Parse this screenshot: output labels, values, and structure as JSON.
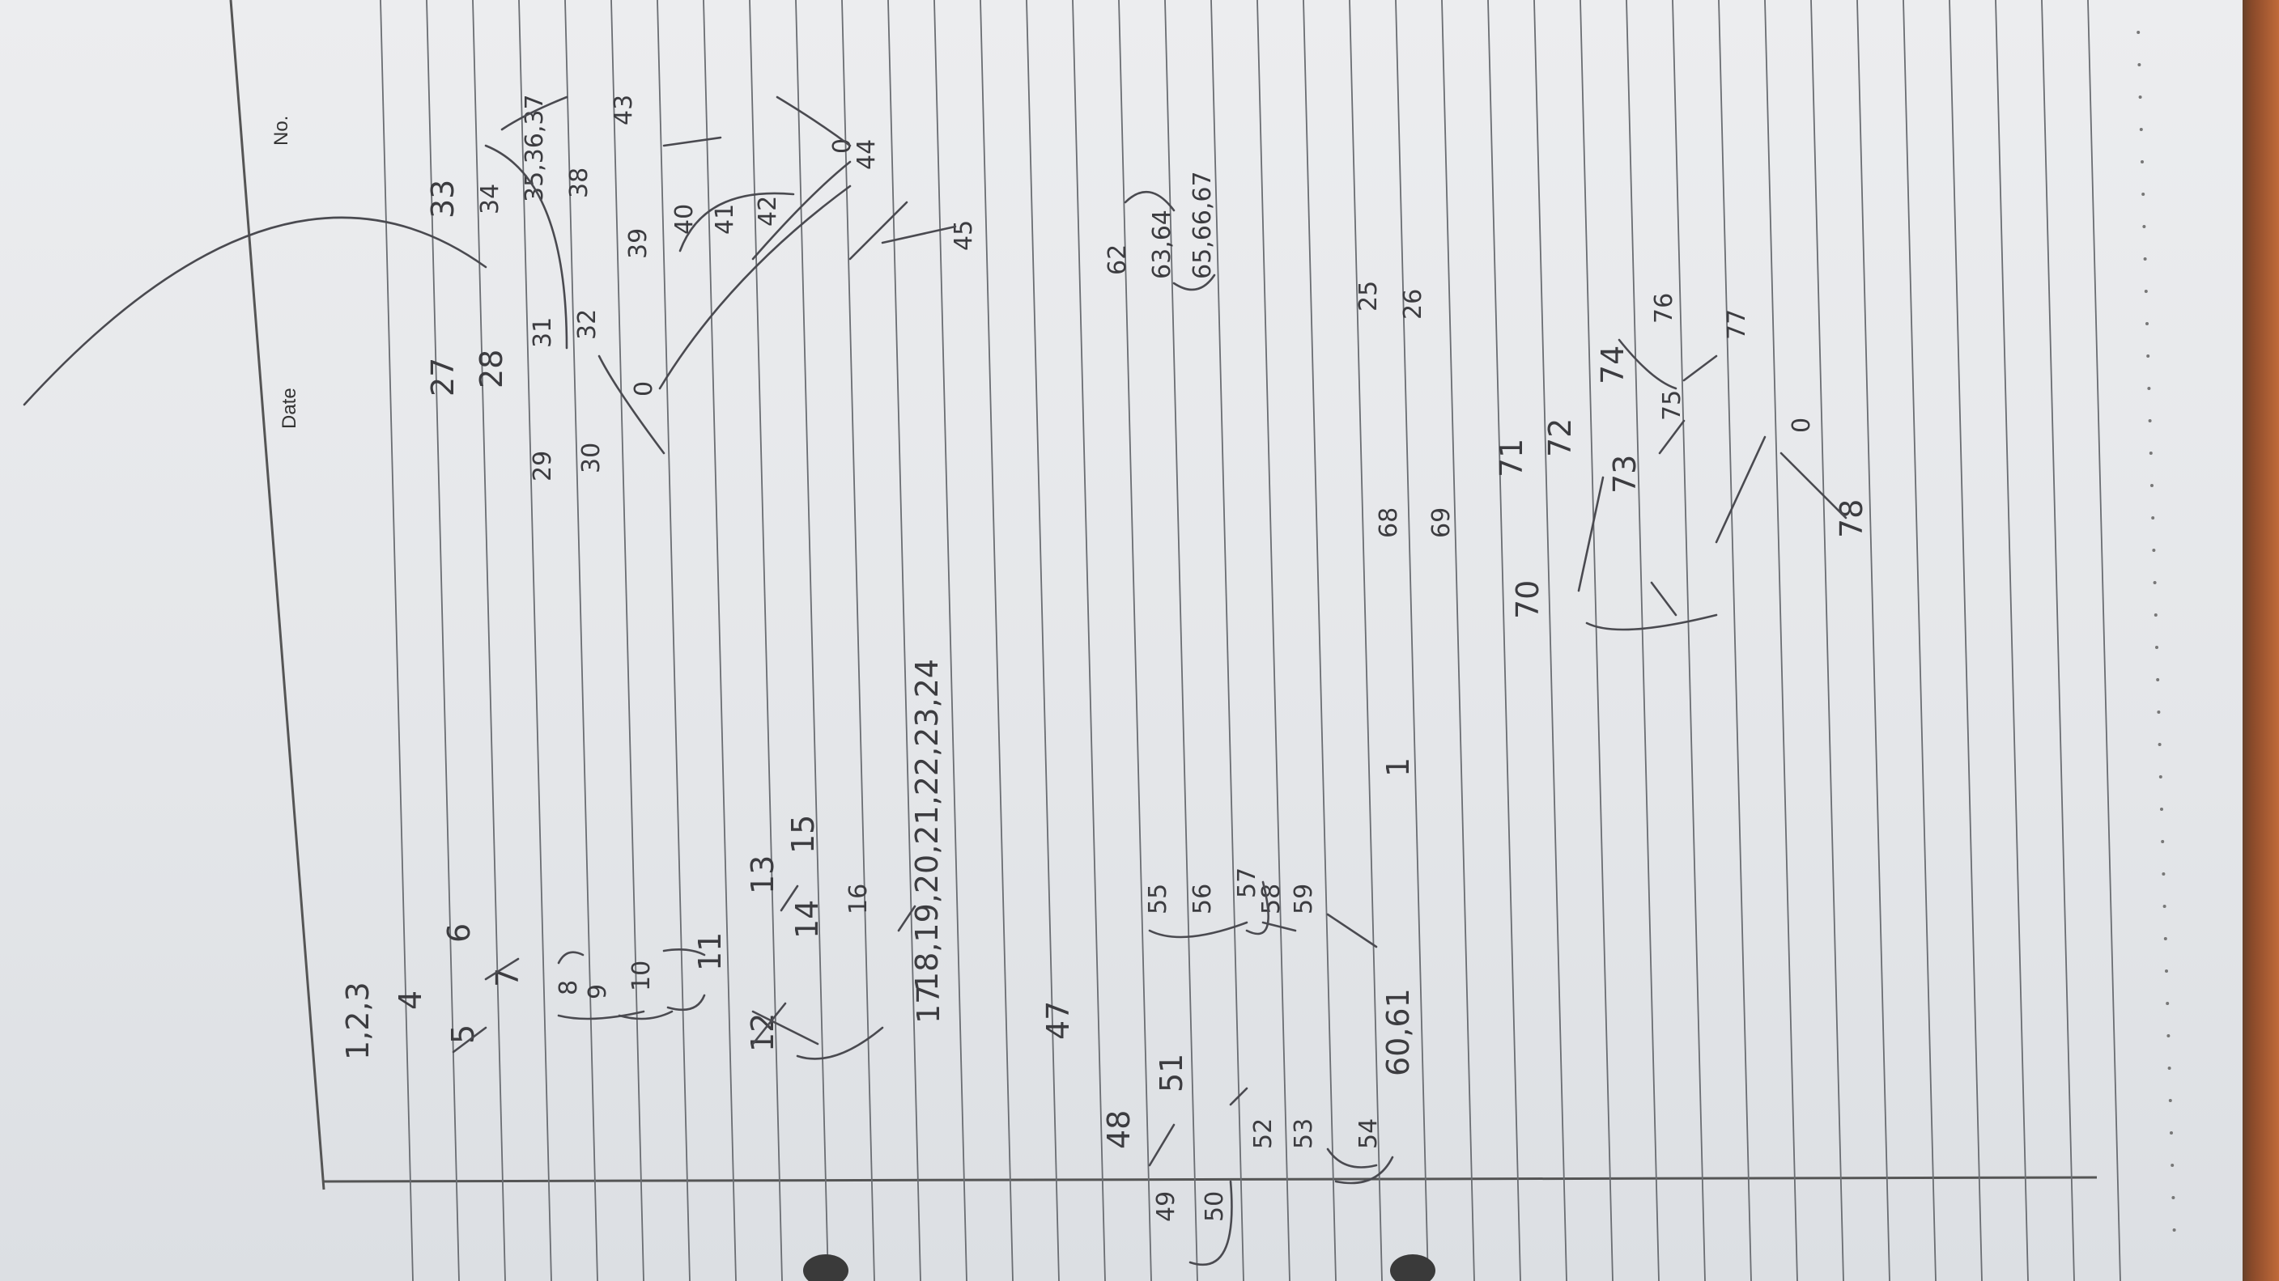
{
  "header": {
    "date_label": "Date",
    "no_label": "No."
  },
  "notes": {
    "left_column": [
      {
        "id": "n1",
        "text": "1,2,3"
      },
      {
        "id": "n4",
        "text": "4"
      },
      {
        "id": "n5",
        "text": "5"
      },
      {
        "id": "n6",
        "text": "6"
      },
      {
        "id": "n7",
        "text": "7"
      },
      {
        "id": "n8",
        "text": "8"
      },
      {
        "id": "n9",
        "text": "9"
      },
      {
        "id": "n10",
        "text": "10"
      },
      {
        "id": "n11",
        "text": "11"
      },
      {
        "id": "n12",
        "text": "12"
      },
      {
        "id": "n13",
        "text": "13"
      },
      {
        "id": "n14",
        "text": "14"
      },
      {
        "id": "n15",
        "text": "15"
      },
      {
        "id": "n16",
        "text": "16"
      },
      {
        "id": "n17",
        "text": "17"
      },
      {
        "id": "n18_24",
        "text": "18,19,20,21,22,23,24"
      }
    ],
    "middle_column": [
      {
        "id": "n47",
        "text": "47"
      },
      {
        "id": "n48",
        "text": "48"
      },
      {
        "id": "n49",
        "text": "49"
      },
      {
        "id": "n50",
        "text": "50"
      },
      {
        "id": "n51",
        "text": "51"
      },
      {
        "id": "n52",
        "text": "52"
      },
      {
        "id": "n53",
        "text": "53"
      },
      {
        "id": "n54",
        "text": "54"
      },
      {
        "id": "n55",
        "text": "55"
      },
      {
        "id": "n56",
        "text": "56"
      },
      {
        "id": "n57",
        "text": "57"
      },
      {
        "id": "n58",
        "text": "58"
      },
      {
        "id": "n59",
        "text": "59"
      },
      {
        "id": "n60_61",
        "text": "60,61"
      },
      {
        "id": "n1b",
        "text": "1"
      }
    ],
    "right_column": [
      {
        "id": "n25",
        "text": "25"
      },
      {
        "id": "n26",
        "text": "26"
      },
      {
        "id": "n27",
        "text": "27"
      },
      {
        "id": "n28",
        "text": "28"
      },
      {
        "id": "n29",
        "text": "29"
      },
      {
        "id": "n30",
        "text": "30"
      },
      {
        "id": "n31",
        "text": "31"
      },
      {
        "id": "n32",
        "text": "32"
      },
      {
        "id": "n33",
        "text": "33"
      },
      {
        "id": "n34",
        "text": "34"
      },
      {
        "id": "n35_37",
        "text": "35,36,37"
      },
      {
        "id": "n38",
        "text": "38"
      },
      {
        "id": "n39",
        "text": "39"
      },
      {
        "id": "n40",
        "text": "40"
      },
      {
        "id": "n41",
        "text": "41"
      },
      {
        "id": "n42",
        "text": "42"
      },
      {
        "id": "n43",
        "text": "43"
      },
      {
        "id": "n44",
        "text": "44"
      },
      {
        "id": "n45",
        "text": "45"
      },
      {
        "id": "n62",
        "text": "62"
      },
      {
        "id": "n63_64",
        "text": "63,64"
      },
      {
        "id": "n65_67",
        "text": "65,66,67"
      },
      {
        "id": "n68",
        "text": "68"
      },
      {
        "id": "n69",
        "text": "69"
      },
      {
        "id": "n70",
        "text": "70"
      },
      {
        "id": "n71",
        "text": "71"
      },
      {
        "id": "n72",
        "text": "72"
      },
      {
        "id": "n73",
        "text": "73"
      },
      {
        "id": "n74",
        "text": "74"
      },
      {
        "id": "n75",
        "text": "75"
      },
      {
        "id": "n76",
        "text": "76"
      },
      {
        "id": "n77",
        "text": "77"
      },
      {
        "id": "n78",
        "text": "78"
      }
    ],
    "zero_marks": [
      "0",
      "0",
      "0"
    ]
  }
}
